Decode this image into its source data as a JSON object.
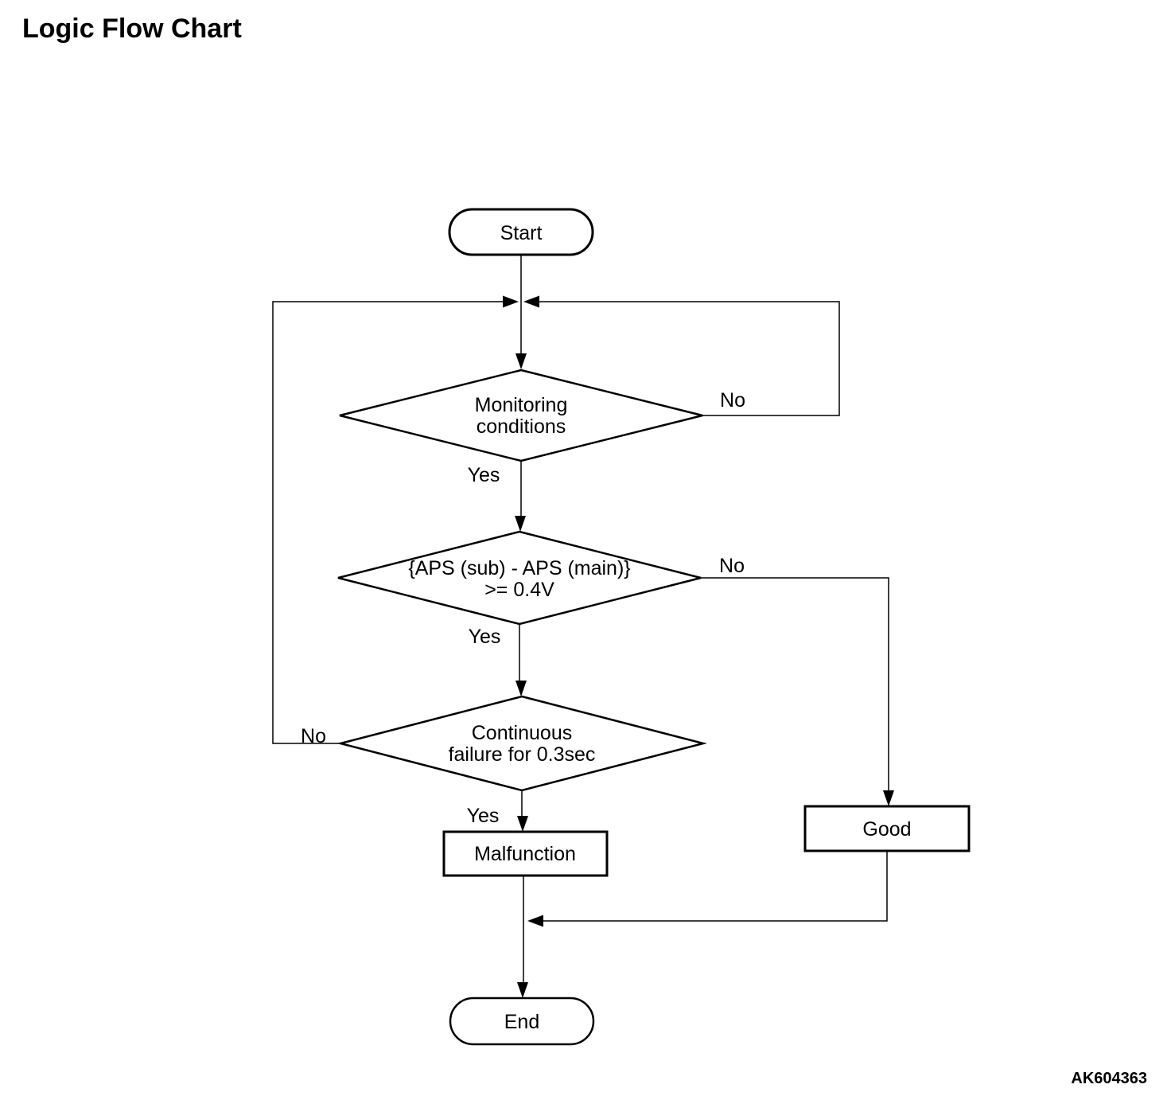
{
  "page": {
    "title": "Logic Flow Chart",
    "figure_code": "AK604363"
  },
  "nodes": {
    "start": {
      "type": "terminator",
      "label": "Start"
    },
    "monitoring": {
      "type": "decision",
      "line1": "Monitoring",
      "line2": "conditions"
    },
    "aps_compare": {
      "type": "decision",
      "line1": "{APS (sub) - APS (main)}",
      "line2": ">= 0.4V"
    },
    "continuous_failure": {
      "type": "decision",
      "line1": "Continuous",
      "line2": "failure for 0.3sec"
    },
    "malfunction": {
      "type": "process",
      "label": "Malfunction"
    },
    "good": {
      "type": "process",
      "label": "Good"
    },
    "end": {
      "type": "terminator",
      "label": "End"
    }
  },
  "edge_labels": {
    "monitoring_yes": "Yes",
    "monitoring_no": "No",
    "aps_yes": "Yes",
    "aps_no": "No",
    "continuous_yes": "Yes",
    "continuous_no": "No"
  },
  "colors": {
    "line": "#000000",
    "background": "#ffffff"
  }
}
